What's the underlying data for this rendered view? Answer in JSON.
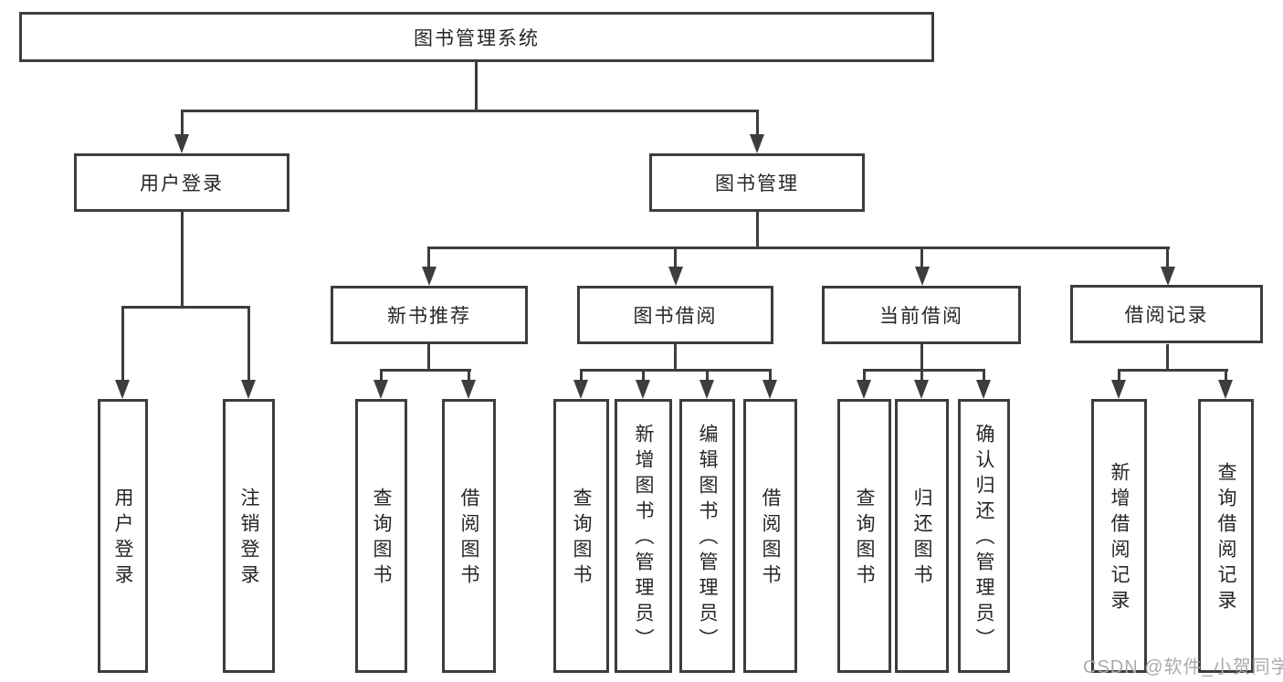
{
  "diagram": {
    "root": {
      "label": "图书管理系统"
    },
    "branches": [
      {
        "label": "用户登录",
        "children": [
          {
            "label": "用户登录"
          },
          {
            "label": "注销登录"
          }
        ]
      },
      {
        "label": "图书管理",
        "groups": [
          {
            "label": "新书推荐",
            "children": [
              {
                "label": "查询图书"
              },
              {
                "label": "借阅图书"
              }
            ]
          },
          {
            "label": "图书借阅",
            "children": [
              {
                "label": "查询图书"
              },
              {
                "label": "新增图书（管理员）"
              },
              {
                "label": "编辑图书（管理员）"
              },
              {
                "label": "借阅图书"
              }
            ]
          },
          {
            "label": "当前借阅",
            "children": [
              {
                "label": "查询图书"
              },
              {
                "label": "归还图书"
              },
              {
                "label": "确认归还（管理员）"
              }
            ]
          },
          {
            "label": "借阅记录",
            "children": [
              {
                "label": "新增借阅记录"
              },
              {
                "label": "查询借阅记录"
              }
            ]
          }
        ]
      }
    ],
    "watermark": "CSDN @软件_小贺同学",
    "colors": {
      "line": "#3d3d3d",
      "text": "#262626",
      "background": "#ffffff",
      "watermark": "#ababab"
    }
  }
}
